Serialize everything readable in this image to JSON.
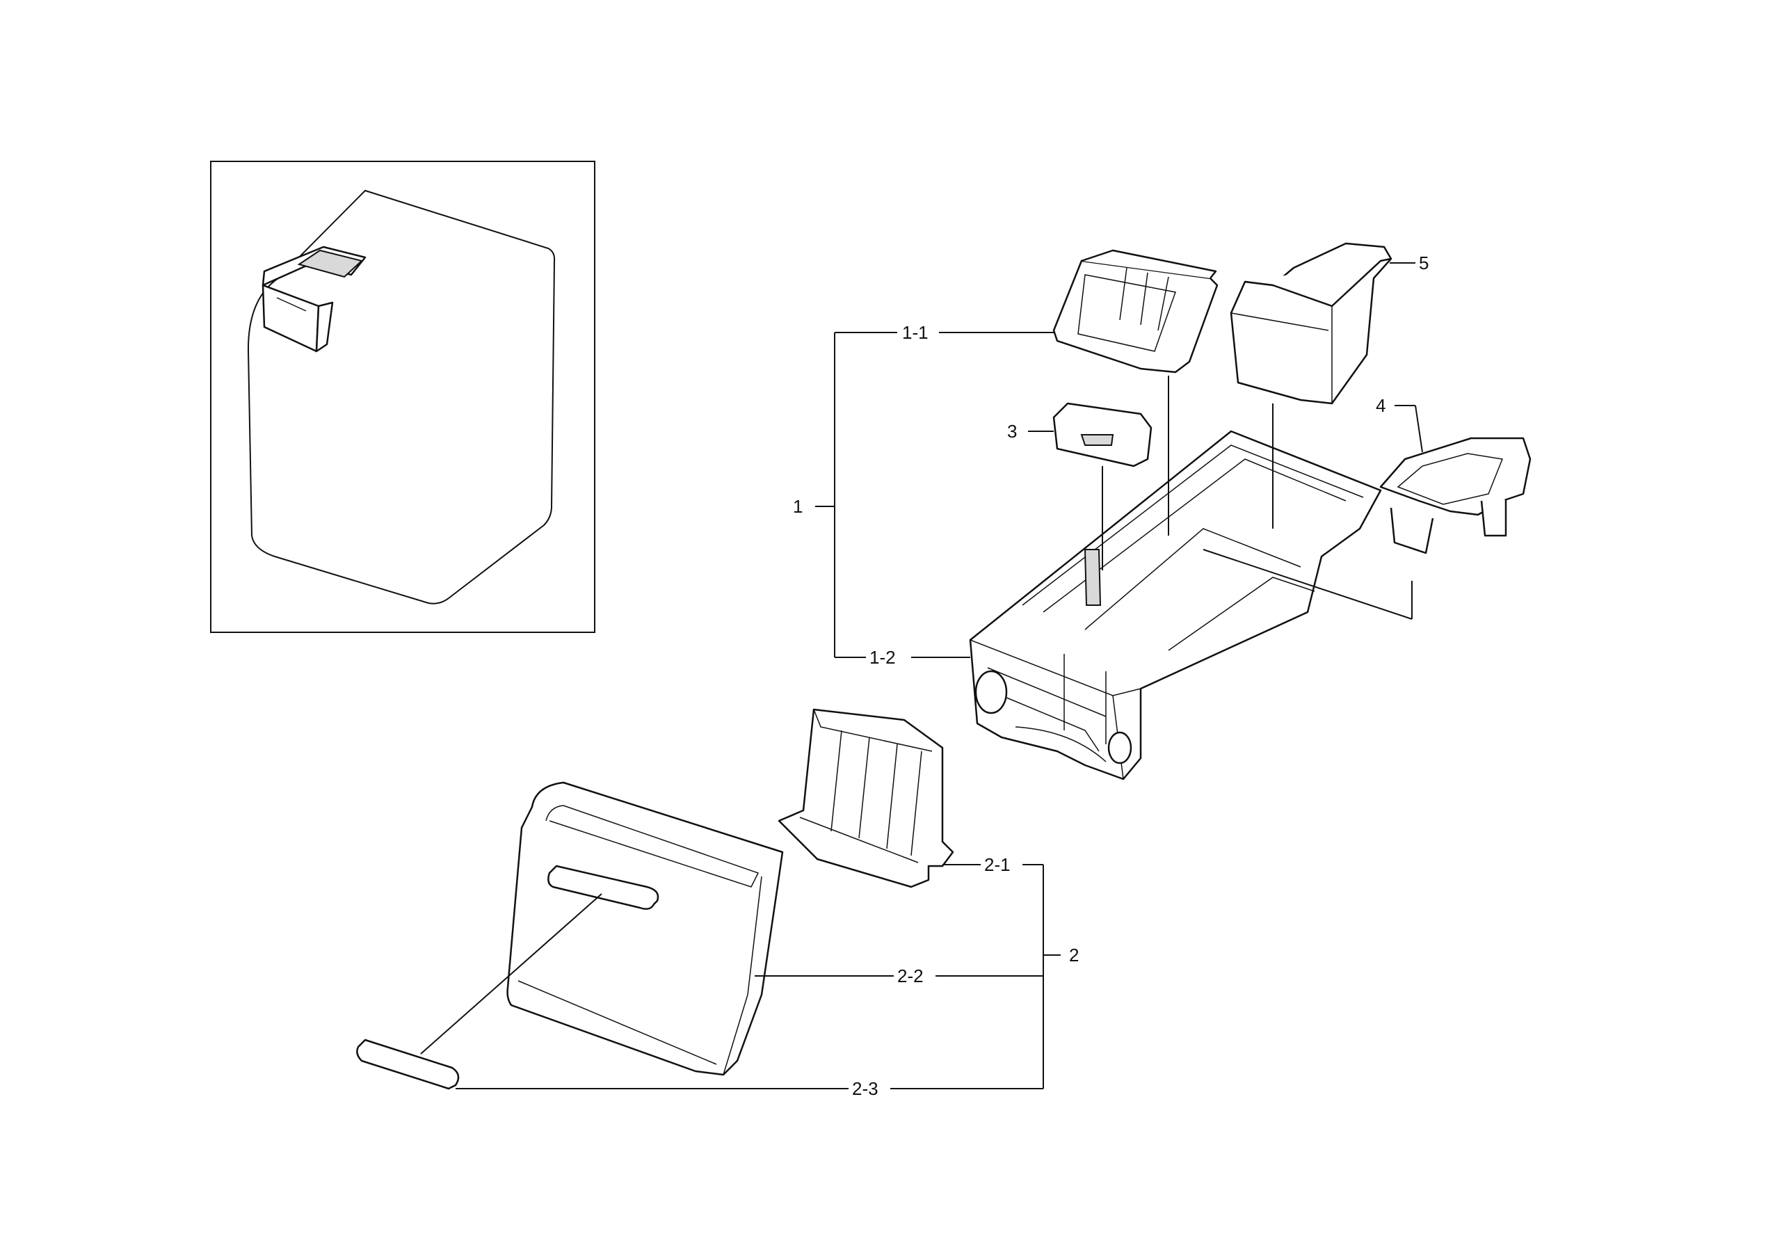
{
  "callouts": {
    "l1": "1",
    "l1_1": "1-1",
    "l1_2": "1-2",
    "l2": "2",
    "l2_1": "2-1",
    "l2_2": "2-2",
    "l2_3": "2-3",
    "l3": "3",
    "l4": "4",
    "l5": "5"
  }
}
